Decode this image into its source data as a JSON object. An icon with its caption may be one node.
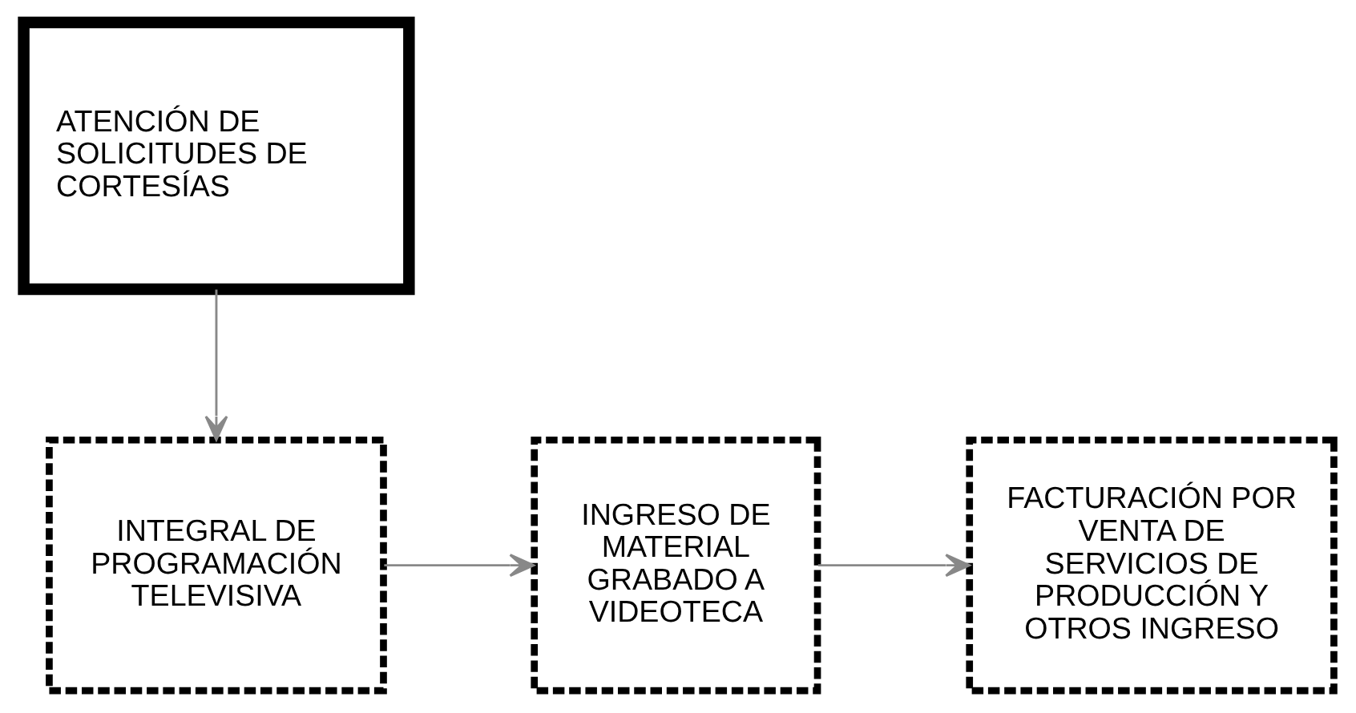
{
  "diagram": {
    "nodes": [
      {
        "text": [
          "ATENCIÓN DE SOLICITUDES DE CORTESÍAS"
        ]
      },
      {
        "text": [
          "INTEGRAL DE PROGRAMACIÓN TELEVISIVA"
        ]
      },
      {
        "text": [
          "INGRESO DE MATERIAL GRABADO A VIDEOTECA"
        ]
      },
      {
        "text": [
          "FACTURACIÓN POR VENTA DE SERVICIOS DE PRODUCCIÓN Y OTROS INGRESO"
        ]
      }
    ],
    "edges": [
      {
        "from": 0,
        "to": 1,
        "arrow": "to"
      },
      {
        "from": 1,
        "to": 2,
        "arrow": "to"
      },
      {
        "from": 2,
        "to": 3,
        "arrow": "to"
      }
    ]
  }
}
